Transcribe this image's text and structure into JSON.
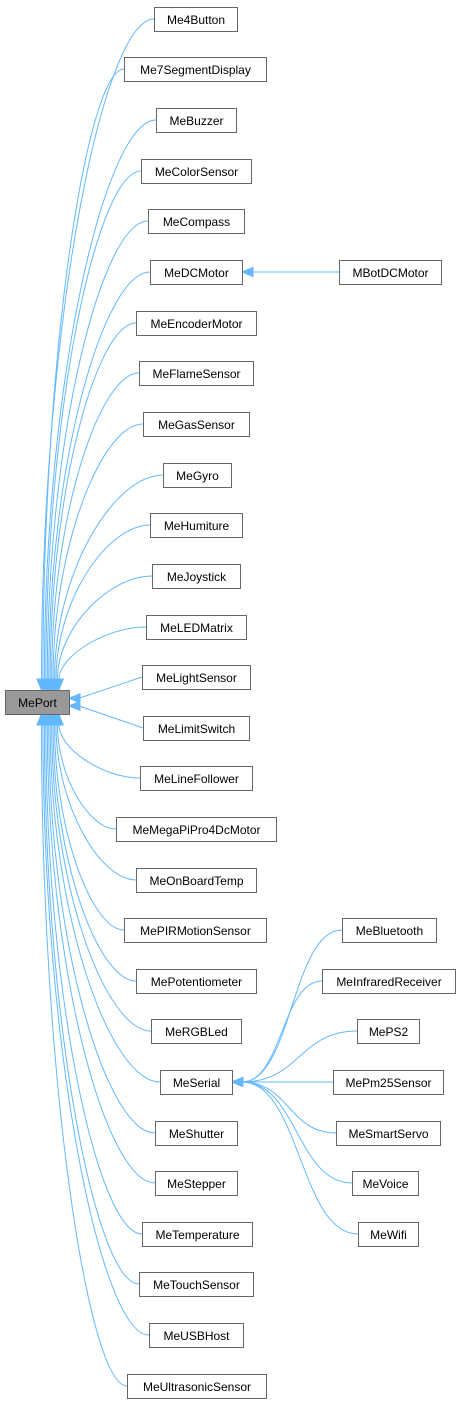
{
  "diagram": {
    "type": "inheritance-graph",
    "edge_color": "#63b8ff",
    "node_border_color": "#666666",
    "root_fill": "#999999",
    "nodes": [
      {
        "id": "MePort",
        "label": "MePort",
        "root": true
      },
      {
        "id": "Me4Button",
        "label": "Me4Button"
      },
      {
        "id": "Me7SegmentDisplay",
        "label": "Me7SegmentDisplay"
      },
      {
        "id": "MeBuzzer",
        "label": "MeBuzzer"
      },
      {
        "id": "MeColorSensor",
        "label": "MeColorSensor"
      },
      {
        "id": "MeCompass",
        "label": "MeCompass"
      },
      {
        "id": "MeDCMotor",
        "label": "MeDCMotor"
      },
      {
        "id": "MeEncoderMotor",
        "label": "MeEncoderMotor"
      },
      {
        "id": "MeFlameSensor",
        "label": "MeFlameSensor"
      },
      {
        "id": "MeGasSensor",
        "label": "MeGasSensor"
      },
      {
        "id": "MeGyro",
        "label": "MeGyro"
      },
      {
        "id": "MeHumiture",
        "label": "MeHumiture"
      },
      {
        "id": "MeJoystick",
        "label": "MeJoystick"
      },
      {
        "id": "MeLEDMatrix",
        "label": "MeLEDMatrix"
      },
      {
        "id": "MeLightSensor",
        "label": "MeLightSensor"
      },
      {
        "id": "MeLimitSwitch",
        "label": "MeLimitSwitch"
      },
      {
        "id": "MeLineFollower",
        "label": "MeLineFollower"
      },
      {
        "id": "MeMegaPiPro4DcMotor",
        "label": "MeMegaPiPro4DcMotor"
      },
      {
        "id": "MeOnBoardTemp",
        "label": "MeOnBoardTemp"
      },
      {
        "id": "MePIRMotionSensor",
        "label": "MePIRMotionSensor"
      },
      {
        "id": "MePotentiometer",
        "label": "MePotentiometer"
      },
      {
        "id": "MeRGBLed",
        "label": "MeRGBLed"
      },
      {
        "id": "MeSerial",
        "label": "MeSerial"
      },
      {
        "id": "MeShutter",
        "label": "MeShutter"
      },
      {
        "id": "MeStepper",
        "label": "MeStepper"
      },
      {
        "id": "MeTemperature",
        "label": "MeTemperature"
      },
      {
        "id": "MeTouchSensor",
        "label": "MeTouchSensor"
      },
      {
        "id": "MeUSBHost",
        "label": "MeUSBHost"
      },
      {
        "id": "MeUltrasonicSensor",
        "label": "MeUltrasonicSensor"
      },
      {
        "id": "MBotDCMotor",
        "label": "MBotDCMotor"
      },
      {
        "id": "MeBluetooth",
        "label": "MeBluetooth"
      },
      {
        "id": "MeInfraredReceiver",
        "label": "MeInfraredReceiver"
      },
      {
        "id": "MePS2",
        "label": "MePS2"
      },
      {
        "id": "MePm25Sensor",
        "label": "MePm25Sensor"
      },
      {
        "id": "MeSmartServo",
        "label": "MeSmartServo"
      },
      {
        "id": "MeVoice",
        "label": "MeVoice"
      },
      {
        "id": "MeWifi",
        "label": "MeWifi"
      }
    ],
    "edges": [
      {
        "from": "Me4Button",
        "to": "MePort"
      },
      {
        "from": "Me7SegmentDisplay",
        "to": "MePort"
      },
      {
        "from": "MeBuzzer",
        "to": "MePort"
      },
      {
        "from": "MeColorSensor",
        "to": "MePort"
      },
      {
        "from": "MeCompass",
        "to": "MePort"
      },
      {
        "from": "MeDCMotor",
        "to": "MePort"
      },
      {
        "from": "MeEncoderMotor",
        "to": "MePort"
      },
      {
        "from": "MeFlameSensor",
        "to": "MePort"
      },
      {
        "from": "MeGasSensor",
        "to": "MePort"
      },
      {
        "from": "MeGyro",
        "to": "MePort"
      },
      {
        "from": "MeHumiture",
        "to": "MePort"
      },
      {
        "from": "MeJoystick",
        "to": "MePort"
      },
      {
        "from": "MeLEDMatrix",
        "to": "MePort"
      },
      {
        "from": "MeLightSensor",
        "to": "MePort"
      },
      {
        "from": "MeLimitSwitch",
        "to": "MePort"
      },
      {
        "from": "MeLineFollower",
        "to": "MePort"
      },
      {
        "from": "MeMegaPiPro4DcMotor",
        "to": "MePort"
      },
      {
        "from": "MeOnBoardTemp",
        "to": "MePort"
      },
      {
        "from": "MePIRMotionSensor",
        "to": "MePort"
      },
      {
        "from": "MePotentiometer",
        "to": "MePort"
      },
      {
        "from": "MeRGBLed",
        "to": "MePort"
      },
      {
        "from": "MeSerial",
        "to": "MePort"
      },
      {
        "from": "MeShutter",
        "to": "MePort"
      },
      {
        "from": "MeStepper",
        "to": "MePort"
      },
      {
        "from": "MeTemperature",
        "to": "MePort"
      },
      {
        "from": "MeTouchSensor",
        "to": "MePort"
      },
      {
        "from": "MeUSBHost",
        "to": "MePort"
      },
      {
        "from": "MeUltrasonicSensor",
        "to": "MePort"
      },
      {
        "from": "MBotDCMotor",
        "to": "MeDCMotor"
      },
      {
        "from": "MeBluetooth",
        "to": "MeSerial"
      },
      {
        "from": "MeInfraredReceiver",
        "to": "MeSerial"
      },
      {
        "from": "MePS2",
        "to": "MeSerial"
      },
      {
        "from": "MePm25Sensor",
        "to": "MeSerial"
      },
      {
        "from": "MeSmartServo",
        "to": "MeSerial"
      },
      {
        "from": "MeVoice",
        "to": "MeSerial"
      },
      {
        "from": "MeWifi",
        "to": "MeSerial"
      }
    ]
  }
}
